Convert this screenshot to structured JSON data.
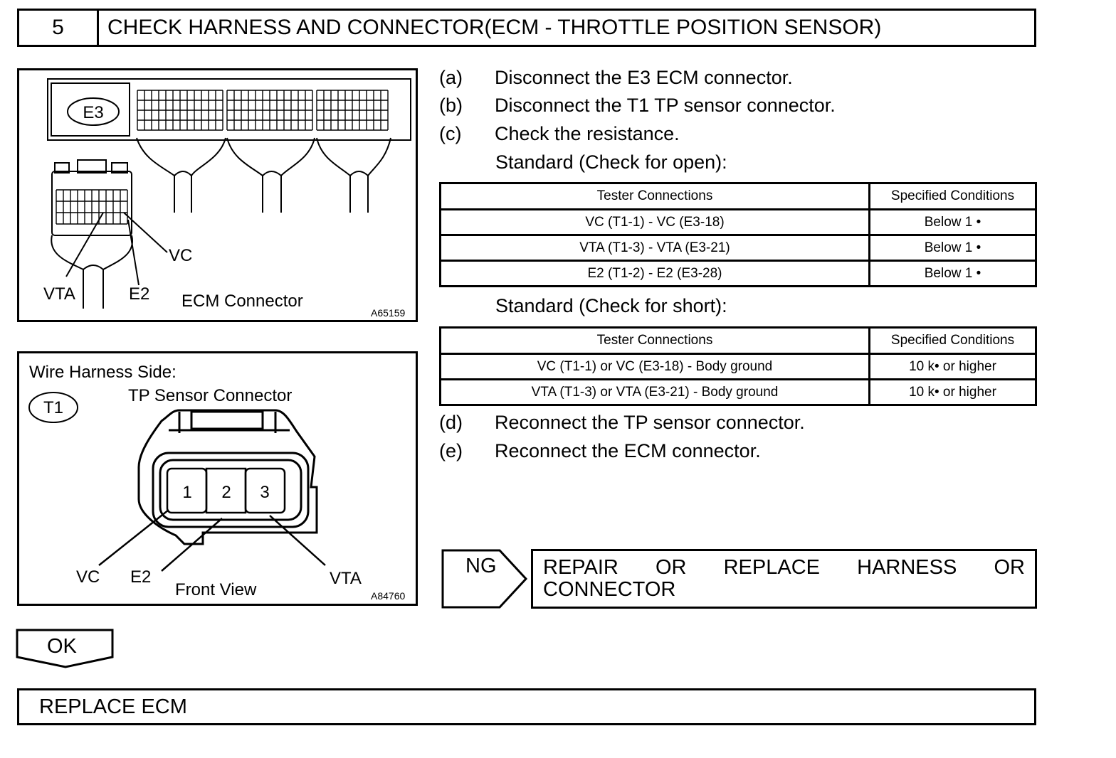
{
  "header": {
    "number": "5",
    "title": "CHECK HARNESS AND CONNECTOR(ECM - THROTTLE POSITION SENSOR)"
  },
  "figure_ecm": {
    "connector_id": "E3",
    "pins": [
      "VC",
      "VTA",
      "E2"
    ],
    "caption": "ECM Connector",
    "figure_code": "A65159"
  },
  "figure_tp": {
    "side_label": "Wire Harness Side:",
    "connector_id": "T1",
    "title": "TP Sensor Connector",
    "pin_numbers": [
      "1",
      "2",
      "3"
    ],
    "pins": [
      "VC",
      "E2",
      "VTA"
    ],
    "view_label": "Front View",
    "figure_code": "A84760"
  },
  "steps": [
    {
      "label": "(a)",
      "text": "Disconnect the E3 ECM connector."
    },
    {
      "label": "(b)",
      "text": "Disconnect the T1 TP sensor connector."
    },
    {
      "label": "(c)",
      "text": "Check the resistance."
    },
    {
      "label": "(d)",
      "text": "Reconnect the TP sensor connector."
    },
    {
      "label": "(e)",
      "text": "Reconnect the ECM connector."
    }
  ],
  "open_check": {
    "heading": "Standard (Check for open):",
    "columns": [
      "Tester Connections",
      "Specified Conditions"
    ],
    "rows": [
      [
        "VC (T1-1) - VC (E3-18)",
        "Below 1 •"
      ],
      [
        "VTA (T1-3) - VTA (E3-21)",
        "Below 1 •"
      ],
      [
        "E2 (T1-2) - E2 (E3-28)",
        "Below 1 •"
      ]
    ]
  },
  "short_check": {
    "heading": "Standard (Check for short):",
    "columns": [
      "Tester Connections",
      "Specified Conditions"
    ],
    "rows": [
      [
        "VC (T1-1) or VC (E3-18) - Body ground",
        "10 k•  or higher"
      ],
      [
        "VTA (T1-3) or VTA (E3-21) - Body ground",
        "10 k•  or higher"
      ]
    ]
  },
  "ng": {
    "label": "NG",
    "action_line1_words": [
      "REPAIR",
      "OR",
      "REPLACE",
      "HARNESS",
      "OR"
    ],
    "action_line2": "CONNECTOR"
  },
  "ok": {
    "label": "OK"
  },
  "result": {
    "text": "REPLACE ECM"
  }
}
